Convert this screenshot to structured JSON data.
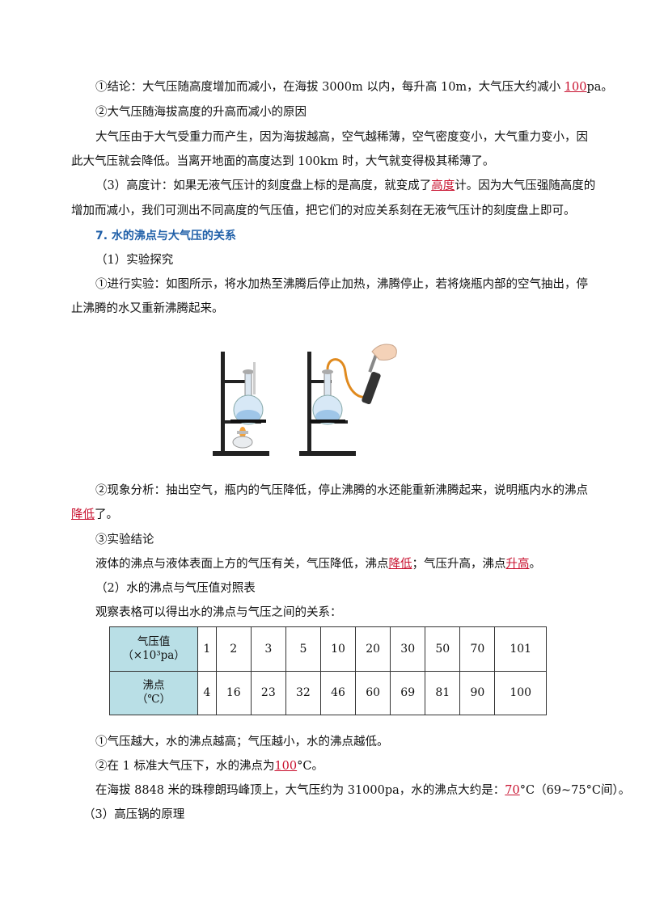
{
  "lines": {
    "l1_pre": "①结论：大气压随高度增加而减小，在海拔 3000m 以内，每升高 10m，大气压大约减小 ",
    "l1_red": "100",
    "l1_post": "pa。",
    "l2": "②大气压随海拔高度的升高而减小的原因",
    "l3": "大气压由于大气受重力而产生，因为海拔越高，空气越稀薄，空气密度变小，大气重力变小，因",
    "l4": "此大气压就会降低。当离开地面的高度达到 100km 时，大气就变得极其稀薄了。",
    "l5_pre": "（3）高度计：如果无液气压计的刻度盘上标的是高度，就变成了",
    "l5_red": "高度",
    "l5_post": "计。因为大气压强随高度的",
    "l6": "增加而减小，我们可测出不同高度的气压值，把它们的对应关系刻在无液气压计的刻度盘上即可。",
    "heading7": "7. 水的沸点与大气压的关系",
    "l8": "（1）实验探究",
    "l9": "①进行实验：如图所示，将水加热至沸腾后停止加热，沸腾停止，若将烧瓶内部的空气抽出，停",
    "l10": "止沸腾的水又重新沸腾起来。",
    "l11": "②现象分析：抽出空气，瓶内的气压降低，停止沸腾的水还能重新沸腾起来，说明瓶内水的沸点",
    "l12_red": "降低",
    "l12_post": "了。",
    "l13": "③实验结论",
    "l14_pre": "液体的沸点与液体表面上方的气压有关，气压降低，沸点",
    "l14_red1": "降低",
    "l14_mid": "；气压升高，沸点",
    "l14_red2": "升高",
    "l14_post": "。",
    "l15": "（2）水的沸点与气压值对照表",
    "l16": "观察表格可以得出水的沸点与气压之间的关系：",
    "l17": "①气压越大，水的沸点越高；气压越小，水的沸点越低。",
    "l18_pre": "②在 1 标准大气压下，水的沸点为",
    "l18_red": "100",
    "l18_post": "°C。",
    "l19_pre": "在海拔 8848 米的珠穆朗玛峰顶上，大气压约为 31000pa，水的沸点大约是：",
    "l19_red": "70",
    "l19_post": "°C（69~75°C间）。",
    "l20": "（3）高压锅的原理"
  },
  "table": {
    "row1_label_a": "气压值",
    "row1_label_b": "（×10³pa）",
    "row1": [
      "1",
      "2",
      "3",
      "5",
      "10",
      "20",
      "30",
      "50",
      "70",
      "101"
    ],
    "row2_label_a": "沸点",
    "row2_label_b": "（℃）",
    "row2": [
      "4",
      "16",
      "23",
      "32",
      "46",
      "60",
      "69",
      "81",
      "90",
      "100"
    ]
  },
  "colors": {
    "red_answer": "#c8102e",
    "heading_blue": "#1f5fa8",
    "table_header_bg": "#b9dfe6"
  }
}
